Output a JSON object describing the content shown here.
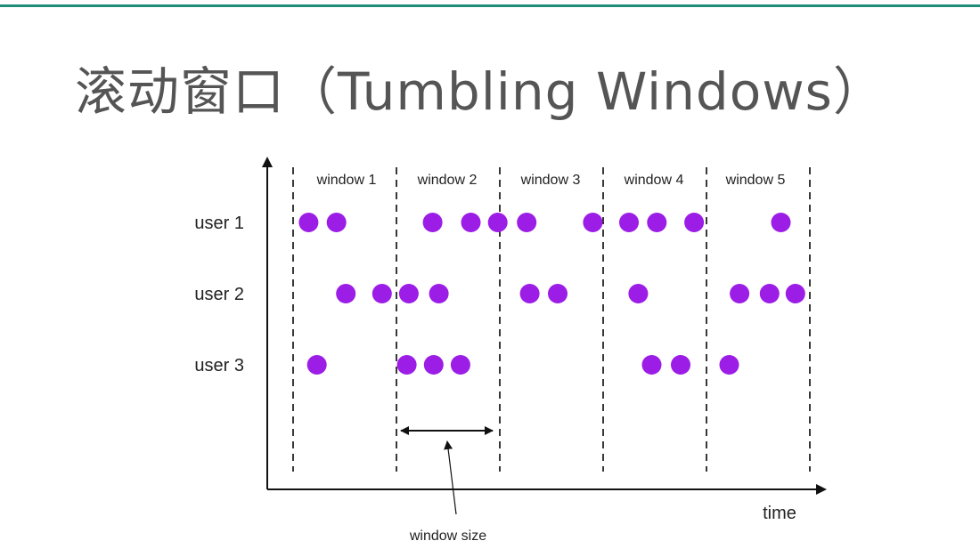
{
  "slide": {
    "title": "滚动窗口（Tumbling Windows）"
  },
  "diagram": {
    "windows": [
      "window 1",
      "window 2",
      "window 3",
      "window 4",
      "window 5"
    ],
    "users": [
      "user 1",
      "user 2",
      "user 3"
    ],
    "time_label": "time",
    "window_size_label": "window size",
    "dot_color": "#9b1de6",
    "accent_color": "#1e8c7a",
    "events": [
      [
        0.15,
        0.42,
        1.35,
        1.72,
        1.98,
        2.26,
        2.9,
        3.25,
        3.52,
        3.88,
        4.72
      ],
      [
        0.51,
        0.86,
        1.12,
        1.41,
        2.29,
        2.56,
        3.34,
        4.32,
        4.61,
        4.86
      ],
      [
        0.23,
        1.1,
        1.36,
        1.62,
        3.47,
        3.75,
        4.22
      ]
    ]
  }
}
